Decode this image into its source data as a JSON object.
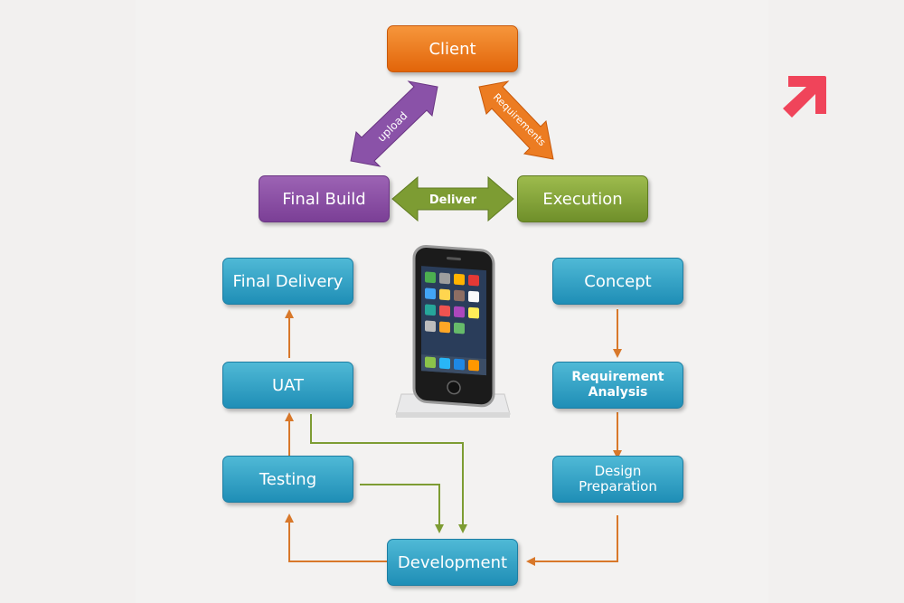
{
  "top": {
    "client": "Client",
    "final_build": "Final Build",
    "execution": "Execution",
    "upload": "upload",
    "requirements": "Requirements",
    "deliver": "Deliver"
  },
  "left_column": {
    "final_delivery": "Final Delivery",
    "uat": "UAT",
    "testing": "Testing"
  },
  "right_column": {
    "concept": "Concept",
    "requirement_analysis_line1": "Requirement",
    "requirement_analysis_line2": "Analysis",
    "design_preparation_line1": "Design",
    "design_preparation_line2": "Preparation"
  },
  "bottom": {
    "development": "Development"
  },
  "colors": {
    "orange": "#e8700f",
    "purple": "#8549a1",
    "green": "#7d9c33",
    "blue": "#2a9dc4",
    "flow_arrow": "#d8782a",
    "feedback_arrow": "#7d9c33",
    "accent_corner": "#f0445a"
  },
  "icons": {
    "corner": "arrow-up-right-icon",
    "device": "smartphone-in-dock"
  }
}
